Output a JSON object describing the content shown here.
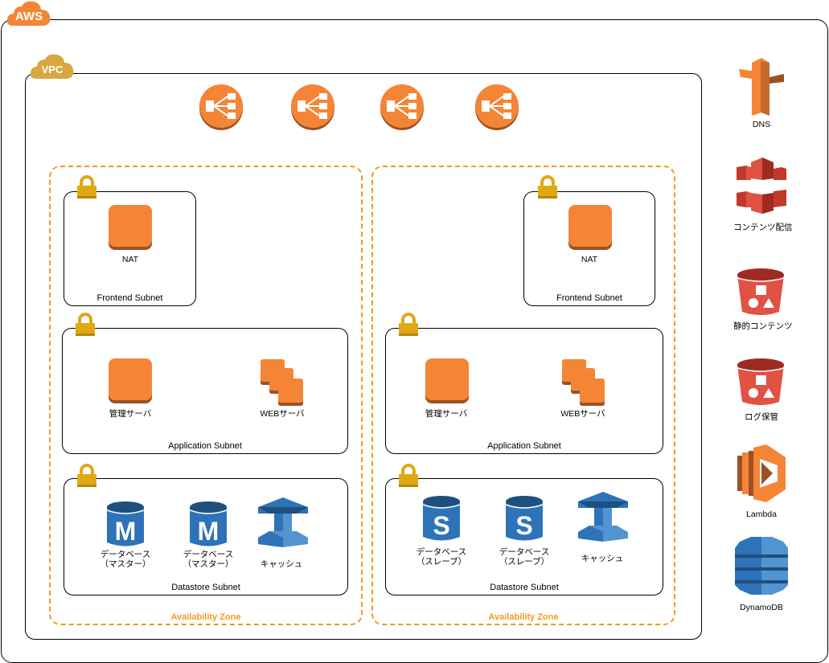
{
  "aws": {
    "label": "AWS"
  },
  "vpc": {
    "label": "VPC"
  },
  "load_balancers": [
    {
      "icon": "elastic-load-balancer-icon"
    },
    {
      "icon": "elastic-load-balancer-icon"
    },
    {
      "icon": "elastic-load-balancer-icon"
    },
    {
      "icon": "elastic-load-balancer-icon"
    }
  ],
  "availability_zones": [
    {
      "label": "Availability Zone",
      "subnets": {
        "frontend": {
          "label": "Frontend Subnet",
          "items": [
            {
              "label": "NAT"
            }
          ]
        },
        "application": {
          "label": "Application Subnet",
          "items": [
            {
              "label": "管理サーバ"
            },
            {
              "label": "WEBサーバ"
            }
          ]
        },
        "datastore": {
          "label": "Datastore Subnet",
          "items": [
            {
              "label": "データベース\n（マスター）",
              "line1": "データベース",
              "line2": "（マスター）",
              "glyph": "M"
            },
            {
              "label": "データベース\n（マスター）",
              "line1": "データベース",
              "line2": "（マスター）",
              "glyph": "M"
            },
            {
              "label": "キャッシュ"
            }
          ]
        }
      }
    },
    {
      "label": "Availability Zone",
      "subnets": {
        "frontend": {
          "label": "Frontend Subnet",
          "items": [
            {
              "label": "NAT"
            }
          ]
        },
        "application": {
          "label": "Application Subnet",
          "items": [
            {
              "label": "管理サーバ"
            },
            {
              "label": "WEBサーバ"
            }
          ]
        },
        "datastore": {
          "label": "Datastore Subnet",
          "items": [
            {
              "line1": "データベース",
              "line2": "（スレーブ）",
              "glyph": "S"
            },
            {
              "line1": "データベース",
              "line2": "（スレーブ）",
              "glyph": "S"
            },
            {
              "label": "キャッシュ"
            }
          ]
        }
      }
    }
  ],
  "services": [
    {
      "label": "DNS",
      "icon": "route53-icon"
    },
    {
      "label": "コンテンツ配信",
      "icon": "cloudfront-icon"
    },
    {
      "label": "静的コンテンツ",
      "icon": "s3-bucket-icon"
    },
    {
      "label": "ログ保管",
      "icon": "s3-bucket-icon"
    },
    {
      "label": "Lambda",
      "icon": "lambda-icon"
    },
    {
      "label": "DynamoDB",
      "icon": "dynamodb-icon"
    }
  ],
  "colors": {
    "aws_orange": "#F58536",
    "vpc_gold": "#D9A741",
    "az_dashed": "#F7981F",
    "lock_gold": "#E0A914",
    "db_blue": "#2E73B8",
    "s3_red": "#E05243"
  }
}
